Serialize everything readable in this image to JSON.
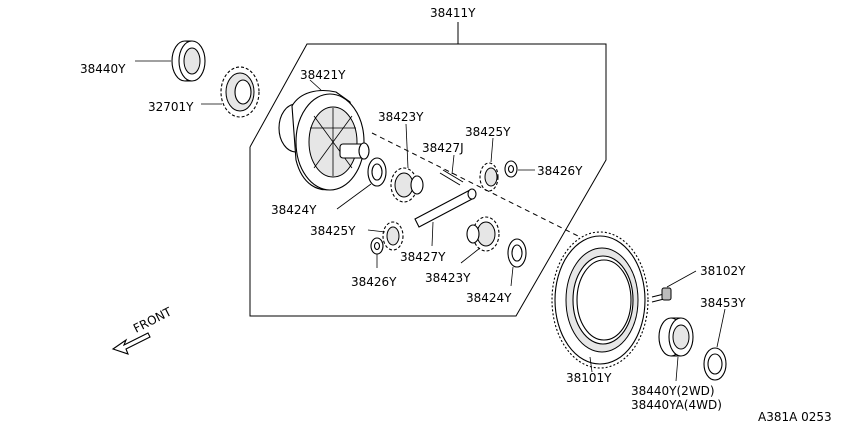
{
  "labels": {
    "assembly": "38411Y",
    "bearing_left": "38440Y",
    "speedo_gear": "32701Y",
    "diff_case": "38421Y",
    "side_gear_upper": "38423Y",
    "pinion_shaft_pin": "38427J",
    "pinion_gear_upper": "38425Y",
    "pinion_washer_upper": "38426Y",
    "side_washer_upper": "38424Y",
    "pinion_gear_lower": "38425Y",
    "pinion_shaft": "38427Y",
    "pinion_washer_lower": "38426Y",
    "side_gear_lower": "38423Y",
    "side_washer_lower": "38424Y",
    "ring_bolt": "38102Y",
    "shim": "38453Y",
    "ring_gear": "38101Y",
    "bearing_right_2wd": "38440Y(2WD)",
    "bearing_right_4wd": "38440YA(4WD)",
    "front": "FRONT",
    "diagram_code": "A381A 0253"
  }
}
